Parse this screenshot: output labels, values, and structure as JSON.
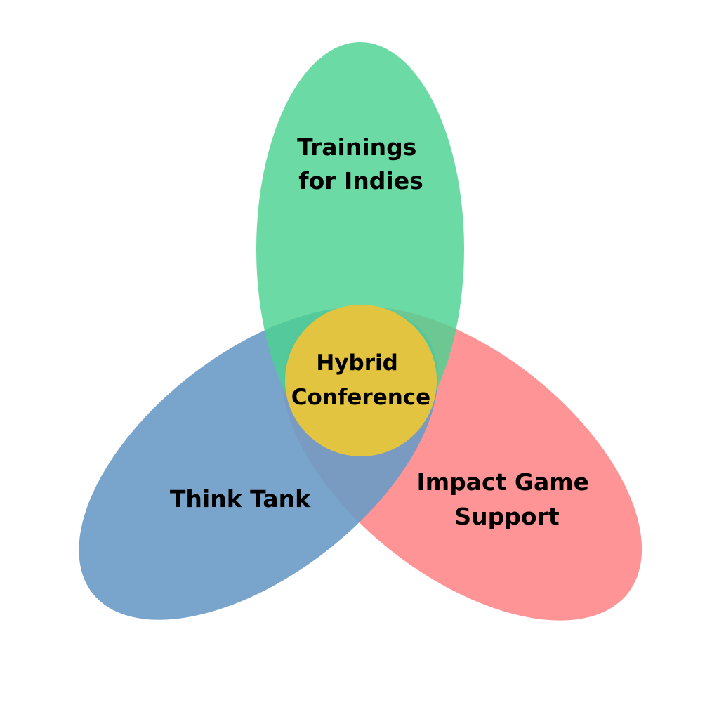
{
  "diagram": {
    "center": {
      "lines": [
        "Hybrid",
        "Conference"
      ],
      "color": "#E2C441"
    },
    "petals": [
      {
        "id": "top",
        "lines": [
          "Trainings",
          "for Indies"
        ],
        "color": "#4CD291"
      },
      {
        "id": "left",
        "lines": [
          "Think Tank"
        ],
        "color": "#6A9AC5"
      },
      {
        "id": "right",
        "lines": [
          "Impact Game",
          "Support"
        ],
        "color": "#FE9294"
      }
    ]
  }
}
